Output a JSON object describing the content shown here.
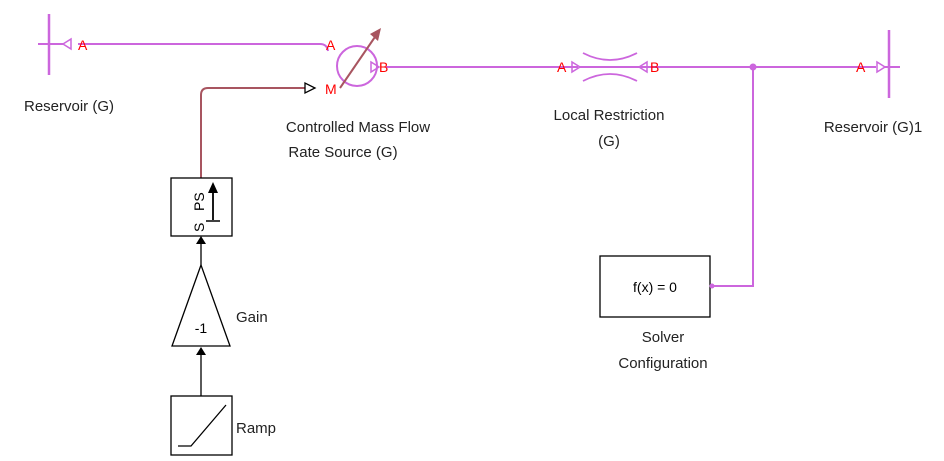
{
  "colors": {
    "gas_line": "#cc66dd",
    "signal_line": "#a85560",
    "port_text": "#ff0000",
    "block_border": "#000000",
    "label_text": "#222222"
  },
  "blocks": {
    "reservoir_left": {
      "label": "Reservoir (G)",
      "port": "A"
    },
    "reservoir_right": {
      "label": "Reservoir (G)1",
      "port": "A"
    },
    "mass_flow_source": {
      "label_line1": "Controlled Mass Flow",
      "label_line2": "Rate Source (G)",
      "port_a": "A",
      "port_b": "B",
      "port_m": "M"
    },
    "local_restriction": {
      "label_line1": "Local Restriction",
      "label_line2": "(G)",
      "port_a": "A",
      "port_b": "B"
    },
    "solver_config": {
      "label_line1": "Solver",
      "label_line2": "Configuration",
      "text": "f(x) = 0"
    },
    "ps_converter": {
      "s": "S",
      "ps": "PS"
    },
    "gain": {
      "label": "Gain",
      "value": "-1"
    },
    "ramp": {
      "label": "Ramp"
    }
  }
}
